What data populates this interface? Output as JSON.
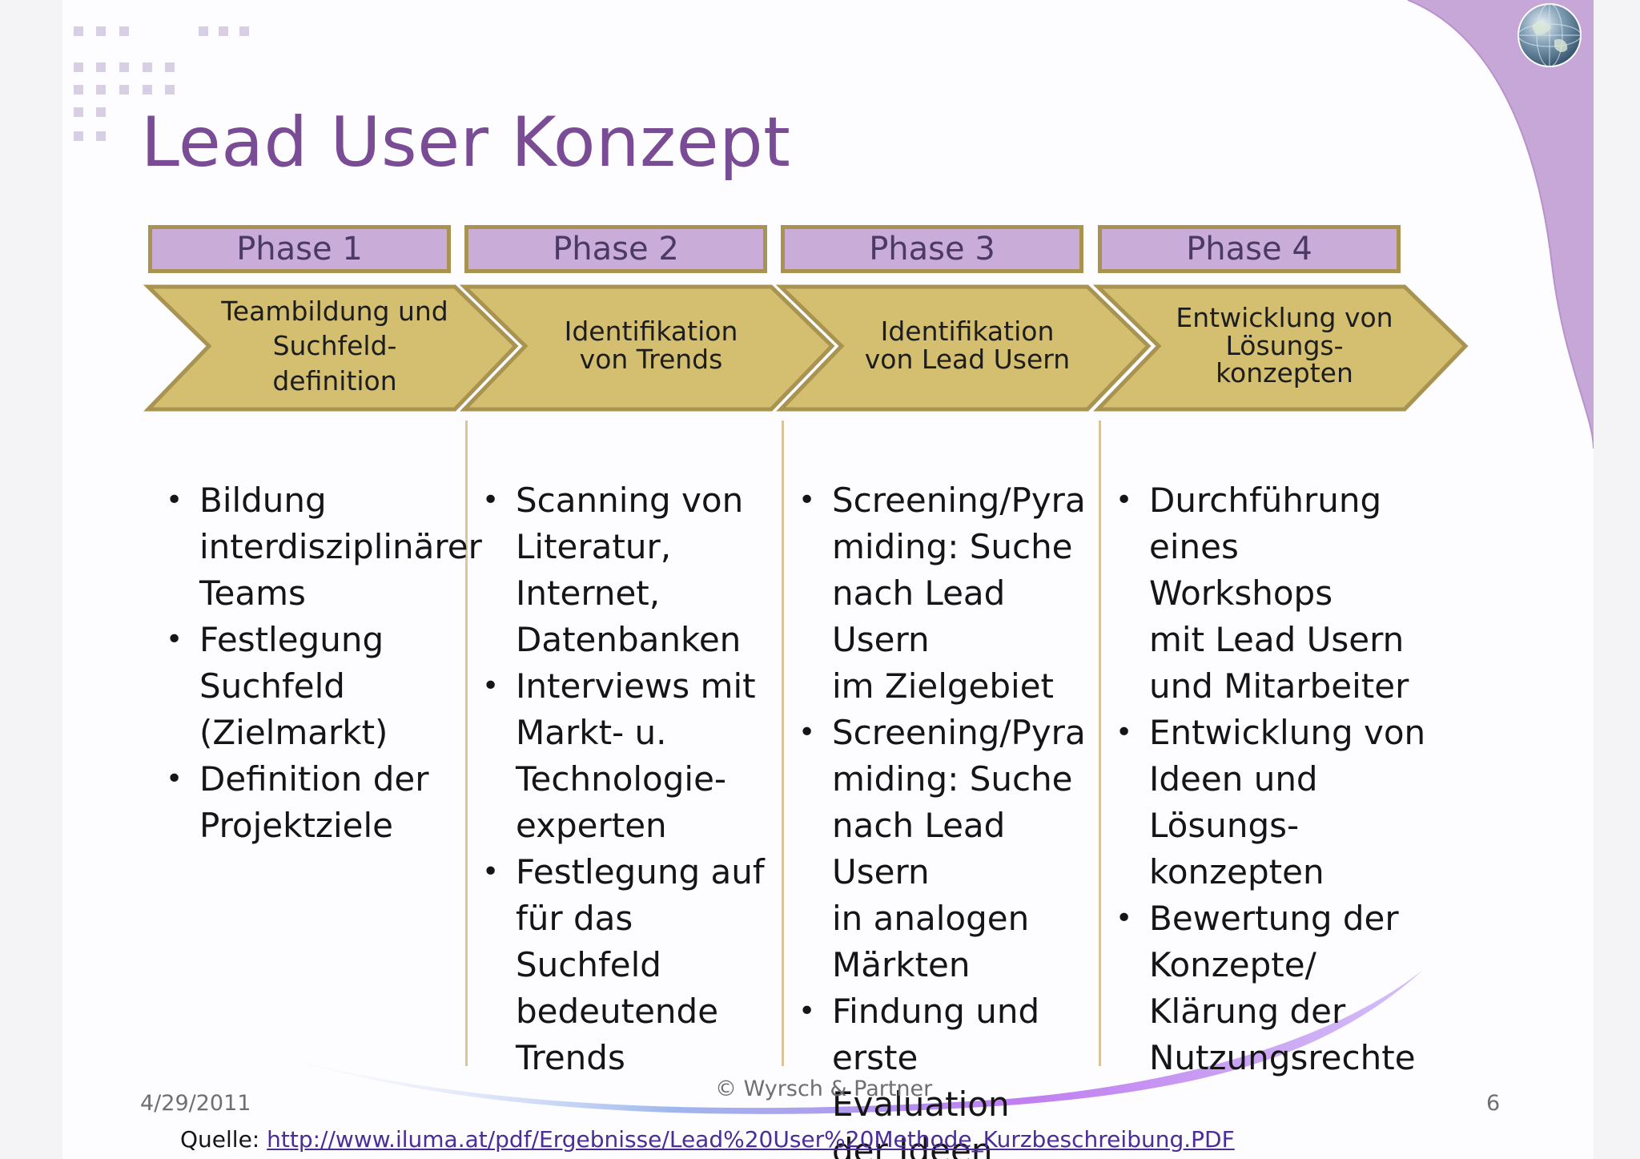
{
  "slide": {
    "title": "Lead User Konzept"
  },
  "phases": [
    {
      "label": "Phase 1",
      "step": "Teambildung und\nSuchfeld-\ndefinition",
      "bullets": [
        "Bildung\ninterdisziplinärer\nTeams",
        "Festlegung\nSuchfeld\n(Zielmarkt)",
        "Definition der\nProjektziele"
      ]
    },
    {
      "label": "Phase 2",
      "step": "Identifikation\nvon Trends",
      "bullets": [
        "Scanning von\nLiteratur,\nInternet,\nDatenbanken",
        "Interviews mit\nMarkt- u.\nTechnologie-\nexperten",
        "Festlegung auf\nfür das Suchfeld\nbedeutende\nTrends"
      ]
    },
    {
      "label": "Phase 3",
      "step": "Identifikation\nvon Lead Usern",
      "bullets": [
        "Screening/Pyra\nmiding: Suche\nnach Lead Usern\nim Zielgebiet",
        "Screening/Pyra\nmiding: Suche\nnach Lead Usern\nin analogen\nMärkten",
        "Findung und\nerste Evaluation\nder Ideen"
      ]
    },
    {
      "label": "Phase 4",
      "step": "Entwicklung von\nLösungs-\nkonzepten",
      "bullets": [
        "Durchführung\neines Workshops\nmit Lead Usern\nund Mitarbeiter",
        "Entwicklung von\nIdeen und\nLösungs-\nkonzepten",
        "Bewertung der\nKonzepte/\nKlärung der\nNutzungsrechte"
      ]
    }
  ],
  "footer": {
    "date": "4/29/2011",
    "copyright": "© Wyrsch & Partner",
    "page_number": "6",
    "source_label": "Quelle:",
    "source_link": "http://www.iluma.at/pdf/Ergebnisse/Lead%20User%20Methode_Kurzbeschreibung.PDF"
  },
  "colors": {
    "title": "#7a4c96",
    "phase_fill": "#c9add8",
    "chevron_fill": "#d3bf6f",
    "chevron_border": "#a89351",
    "accent_purple": "#c7a6d8"
  },
  "icons": [
    "globe-icon"
  ]
}
